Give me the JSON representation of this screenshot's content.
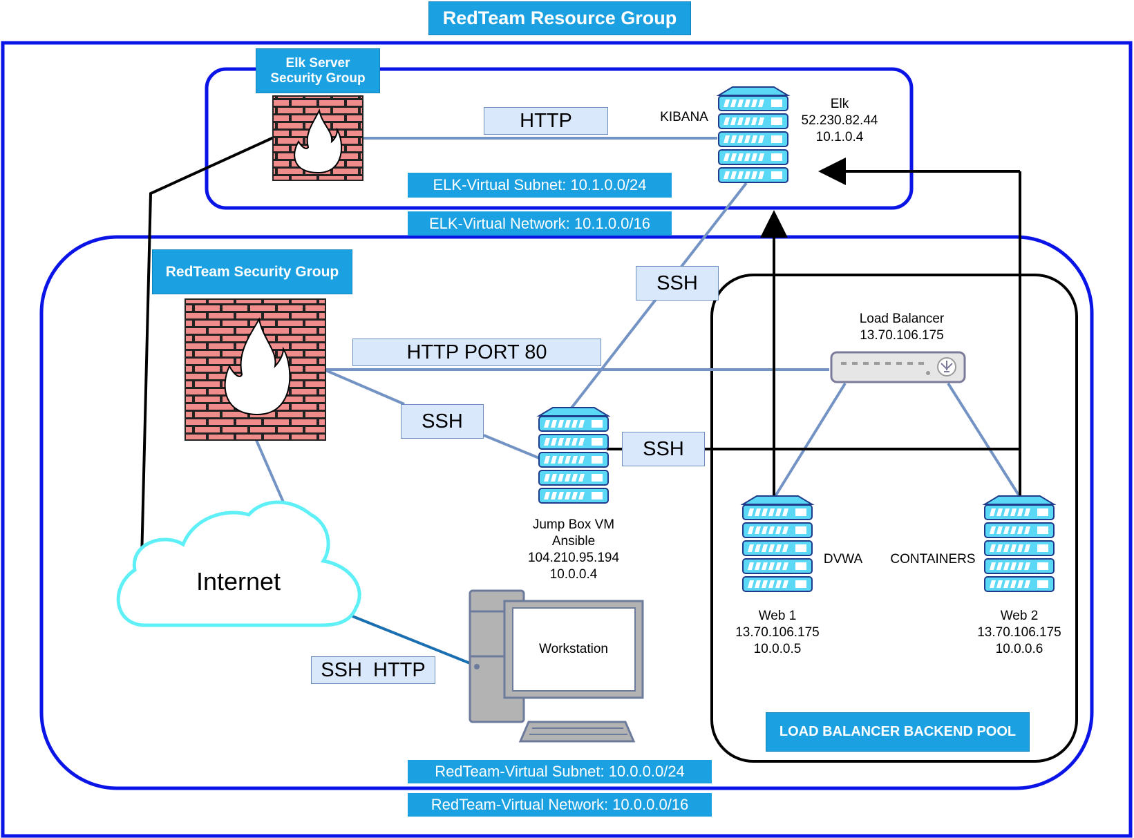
{
  "resource_group": "RedTeam Resource Group",
  "elk_security_group": {
    "line1": "Elk Server",
    "line2": "Security Group"
  },
  "redteam_security_group": "RedTeam Security Group",
  "elk_subnet": "ELK-Virtual Subnet: 10.1.0.0/24",
  "elk_network": "ELK-Virtual Network: 10.1.0.0/16",
  "redteam_subnet": "RedTeam-Virtual Subnet: 10.0.0.0/24",
  "redteam_network": "RedTeam-Virtual Network: 10.0.0.0/16",
  "backend_pool": "LOAD BALANCER BACKEND POOL",
  "connections": {
    "http": "HTTP",
    "http_port_80": "HTTP PORT 80",
    "ssh_elk": "SSH",
    "ssh_firewall": "SSH",
    "ssh_jump": "SSH",
    "ssh_http": "SSH  HTTP"
  },
  "kibana": "KIBANA",
  "elk": {
    "name": "Elk",
    "public_ip": "52.230.82.44",
    "private_ip": "10.1.0.4"
  },
  "load_balancer": {
    "name": "Load Balancer",
    "ip": "13.70.106.175"
  },
  "jump_box": {
    "name": "Jump Box VM",
    "role": "Ansible",
    "public_ip": "104.210.95.194",
    "private_ip": "10.0.0.4"
  },
  "web1": {
    "name": "Web 1",
    "public_ip": "13.70.106.175",
    "private_ip": "10.0.0.5"
  },
  "web2": {
    "name": "Web 2",
    "public_ip": "13.70.106.175",
    "private_ip": "10.0.0.6"
  },
  "dvwa": "DVWA",
  "containers": "CONTAINERS",
  "internet": "Internet",
  "workstation": "Workstation",
  "colors": {
    "blue_border": "#0a14e6",
    "badge": "#1ba1e2",
    "label_fill": "#dae8fc",
    "link": "#7393c4",
    "server": "#5ad8f5",
    "firewall": "#e97f7f"
  }
}
